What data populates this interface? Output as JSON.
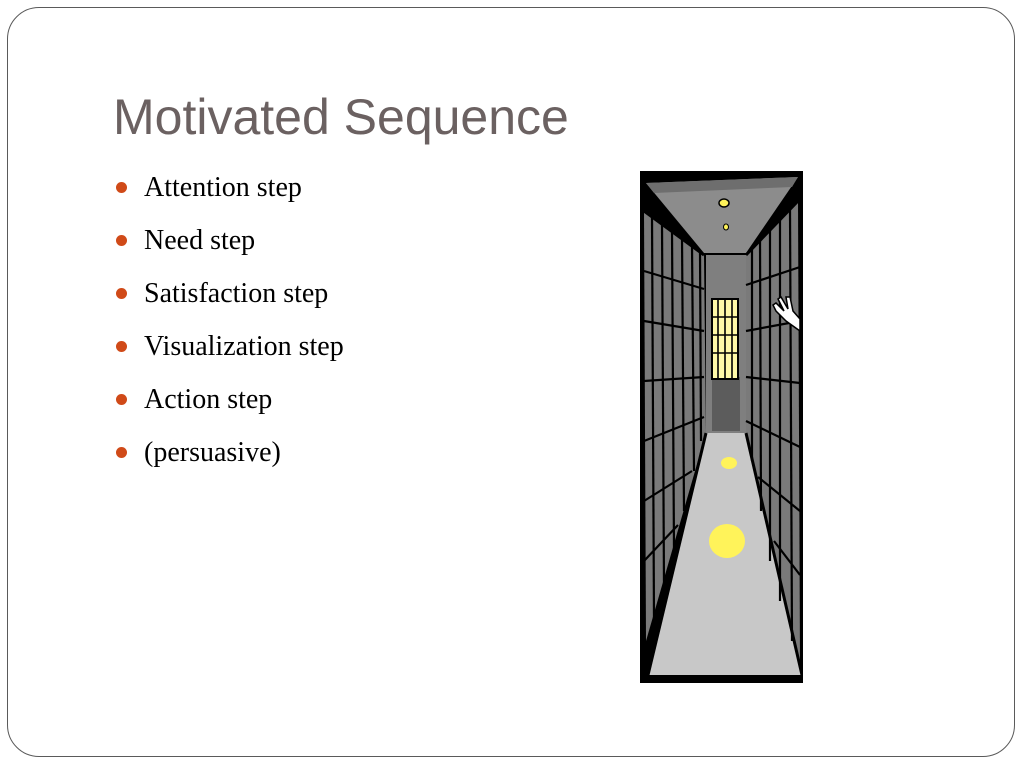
{
  "slide": {
    "title": "Motivated Sequence",
    "bullets": [
      {
        "label": "Attention step"
      },
      {
        "label": "Need step"
      },
      {
        "label": "Satisfaction step"
      },
      {
        "label": "Visualization step"
      },
      {
        "label": "Action step"
      },
      {
        "label": "(persuasive)"
      }
    ]
  },
  "colors": {
    "title_text": "#6b6161",
    "bullet_accent": "#d04a18",
    "frame_border": "#5a5a5a",
    "cell_wall": "#7a7a7a",
    "floor": "#c8c8c8",
    "light": "#fff35a"
  },
  "illustration": {
    "icon": "prison-corridor-icon"
  }
}
